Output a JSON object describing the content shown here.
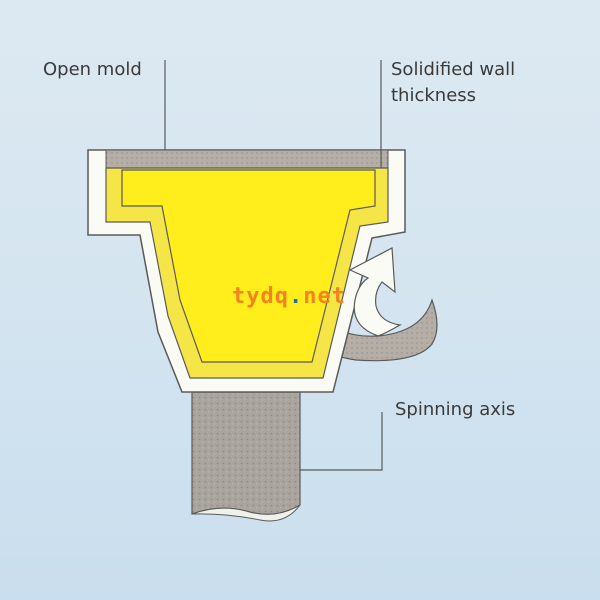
{
  "labels": {
    "open_mold": "Open mold",
    "wall_line1": "Solidified wall",
    "wall_line2": "thickness",
    "spinning_axis": "Spinning axis"
  },
  "watermark": {
    "part1": "tydq",
    "dot": ".",
    "part2": "net"
  },
  "colors": {
    "background": "#d6e6f1",
    "mold": "#fbfbf6",
    "wall": "#f4e24a",
    "material": "#ffee1c",
    "shaft": "#a7a29b",
    "outline": "#5a5a5a",
    "watermark": "#f58220",
    "watermark_dot": "#1f6fb8"
  }
}
